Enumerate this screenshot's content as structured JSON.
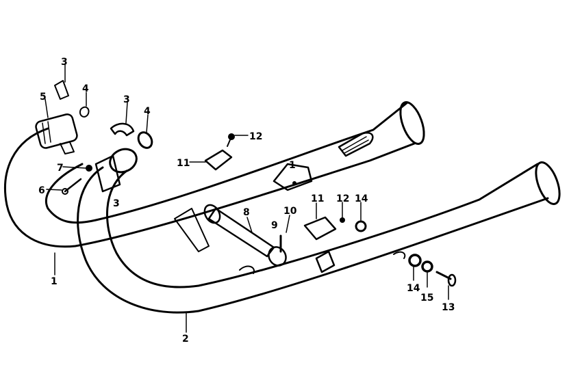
{
  "callouts": {
    "c1_upper": "1",
    "c1_lower": "1",
    "c2": "2",
    "c3_top": "3",
    "c3_mid": "3",
    "c3_lower": "3",
    "c4_top": "4",
    "c4_mid": "4",
    "c5": "5",
    "c6": "6",
    "c7": "7",
    "c8": "8",
    "c9": "9",
    "c10": "10",
    "c11_left": "11",
    "c11_right": "11",
    "c12_upper": "12",
    "c12_lower": "12",
    "c13": "13",
    "c14_upper": "14",
    "c14_lower": "14",
    "c15": "15"
  },
  "colors": {
    "ink": "#000000",
    "paper": "#ffffff"
  }
}
